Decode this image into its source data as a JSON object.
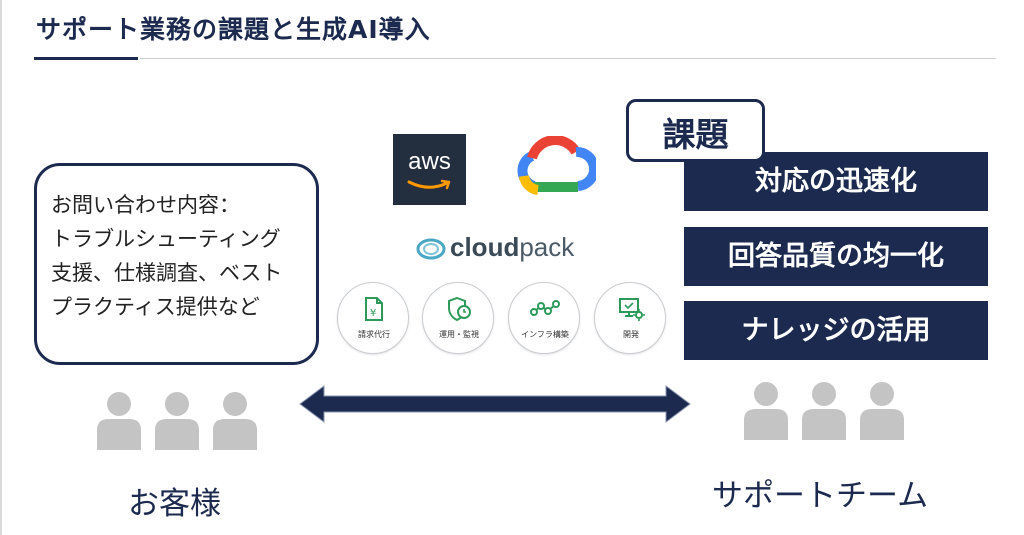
{
  "title": "サポート業務の課題と生成AI導入",
  "inquiry": {
    "lines": [
      "お問い合わせ内容：",
      "トラブルシューティング",
      "支援、仕様調査、ベスト",
      "プラクティス提供など"
    ]
  },
  "logos": {
    "aws": "aws",
    "cloudpack": {
      "bold": "cloud",
      "light": "pack"
    }
  },
  "services": [
    {
      "label": "請求代行",
      "icon": "invoice-icon"
    },
    {
      "label": "運用・監視",
      "icon": "shield-clock-icon"
    },
    {
      "label": "インフラ構築",
      "icon": "network-icon"
    },
    {
      "label": "開発",
      "icon": "monitor-gear-icon"
    }
  ],
  "issues": {
    "heading": "課題",
    "items": [
      "対応の迅速化",
      "回答品質の均一化",
      "ナレッジの活用"
    ]
  },
  "groups": {
    "customer": "お客様",
    "support": "サポートチーム"
  },
  "colors": {
    "navy": "#1b2a4e",
    "person_gray": "#c4c4c4",
    "aws_bg": "#232f3e",
    "aws_smile": "#ff9900"
  }
}
